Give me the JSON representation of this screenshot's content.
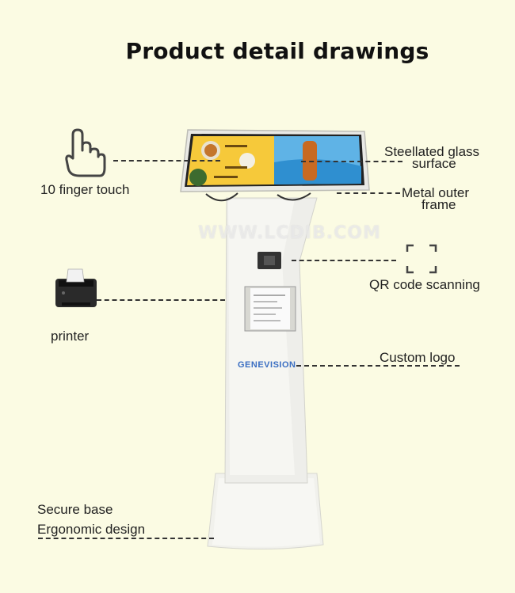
{
  "title": "Product detail drawings",
  "watermark": "WWW.LCDIB.COM",
  "brand_logo": "GENEVISION",
  "labels": {
    "finger_touch": "10 finger touch",
    "glass_line1": "Steellated glass",
    "glass_line2": "surface",
    "metal_line1": "Metal outer",
    "metal_line2": "frame",
    "qr": "QR code scanning",
    "printer": "printer",
    "logo": "Custom logo",
    "secure_base": "Secure base",
    "ergonomic": "Ergonomic design"
  },
  "icons": {
    "hand": "hand-pointer-icon",
    "printer": "printer-icon",
    "scan": "scan-frame-icon"
  }
}
